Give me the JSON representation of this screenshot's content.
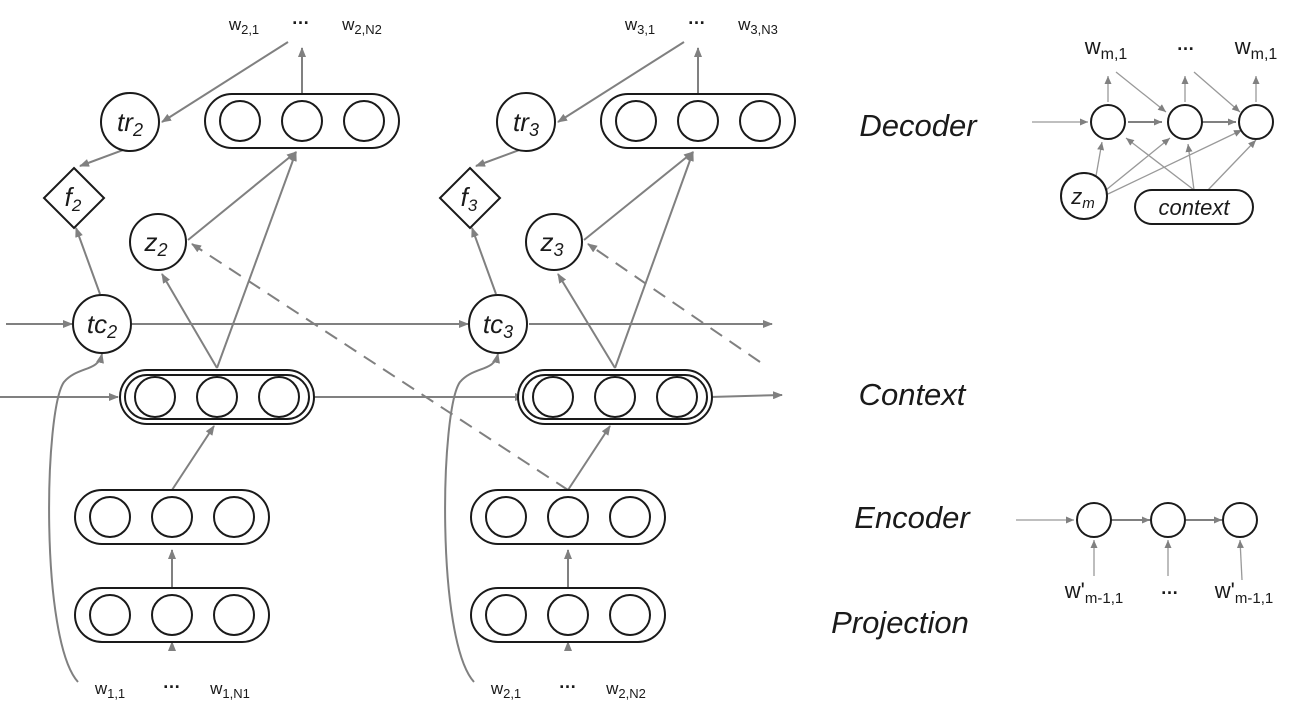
{
  "sections": {
    "decoder": "Decoder",
    "context": "Context",
    "encoder": "Encoder",
    "projection": "Projection"
  },
  "steps": [
    {
      "tc": "tc",
      "tc_sub": "2",
      "z": "z",
      "z_sub": "2",
      "tr": "tr",
      "tr_sub": "2",
      "f": "f",
      "f_sub": "2",
      "out_first": "w",
      "out_first_sub": "2,1",
      "out_last": "w",
      "out_last_sub": "2,N2",
      "in_first": "w",
      "in_first_sub": "1,1",
      "in_last": "w",
      "in_last_sub": "1,N1"
    },
    {
      "tc": "tc",
      "tc_sub": "3",
      "z": "z",
      "z_sub": "3",
      "tr": "tr",
      "tr_sub": "3",
      "f": "f",
      "f_sub": "3",
      "out_first": "w",
      "out_first_sub": "3,1",
      "out_last": "w",
      "out_last_sub": "3,N3",
      "in_first": "w",
      "in_first_sub": "2,1",
      "in_last": "w",
      "in_last_sub": "2,N2"
    }
  ],
  "ellipsis": "…",
  "decoder_detail": {
    "out_first": "w",
    "out_first_sub": "m,1",
    "out_last": "w",
    "out_last_sub": "m,1",
    "z": "z",
    "z_sub": "m",
    "context": "context"
  },
  "encoder_detail": {
    "in_first": "w'",
    "in_first_sub": "m-1,1",
    "in_last": "w'",
    "in_last_sub": "m-1,1"
  }
}
